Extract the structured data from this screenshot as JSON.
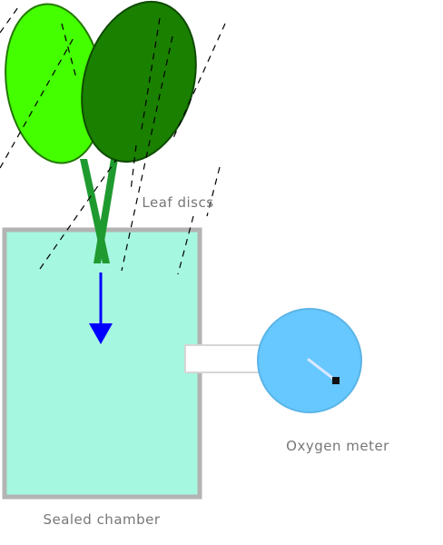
{
  "labels": {
    "leaf_discs": "Leaf discs",
    "oxygen_meter": "Oxygen meter",
    "sealed_chamber": "Sealed chamber"
  },
  "colors": {
    "leaf_light": "#44ff00",
    "leaf_dark": "#1a8000",
    "stem": "#1f9a2f",
    "chamber_fill": "#a6f7df",
    "chamber_border": "#b3b3b3",
    "connector": "#ffffff",
    "meter_fill": "#66c8ff",
    "arrow": "#0000ff",
    "dashes": "#000000",
    "label_text": "#777777"
  },
  "icons": {
    "arrow": "arrow-down-icon",
    "meter_needle": "gauge-needle-icon"
  }
}
